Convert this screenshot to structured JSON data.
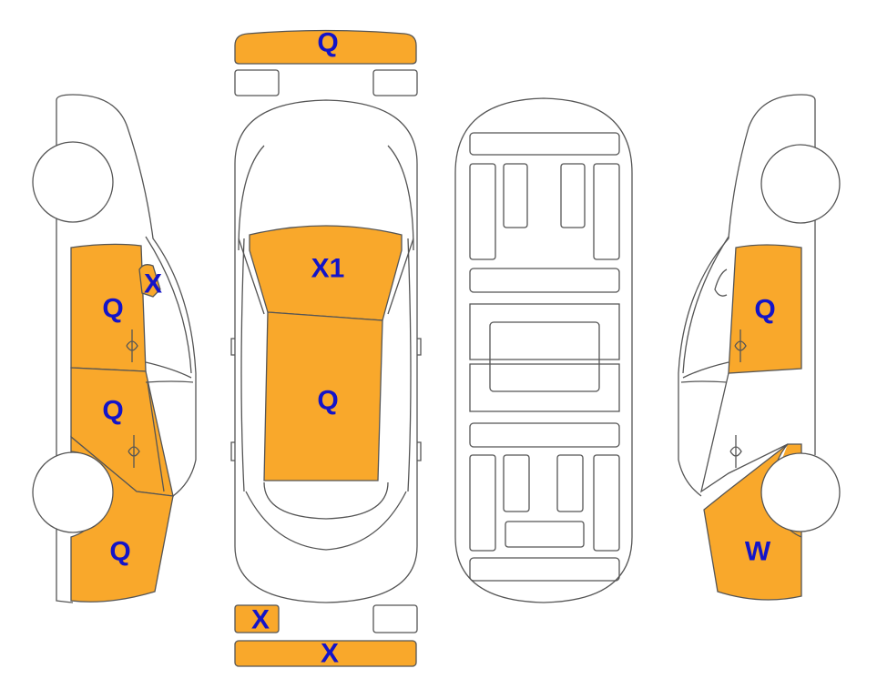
{
  "colors": {
    "damage_fill": "#F9A82B",
    "label": "#1414C8",
    "outline": "#555555",
    "background": "#FFFFFF"
  },
  "damage_marks": {
    "front_bumper": "Q",
    "roof_front": "X1",
    "roof_rear": "Q",
    "left_rear_light": "X",
    "rear_bumper": "X",
    "left_mirror": "X",
    "left_front_door": "Q",
    "left_rear_door": "Q",
    "left_rear_quarter": "Q",
    "right_front_door": "Q",
    "right_rear_quarter": "W"
  }
}
